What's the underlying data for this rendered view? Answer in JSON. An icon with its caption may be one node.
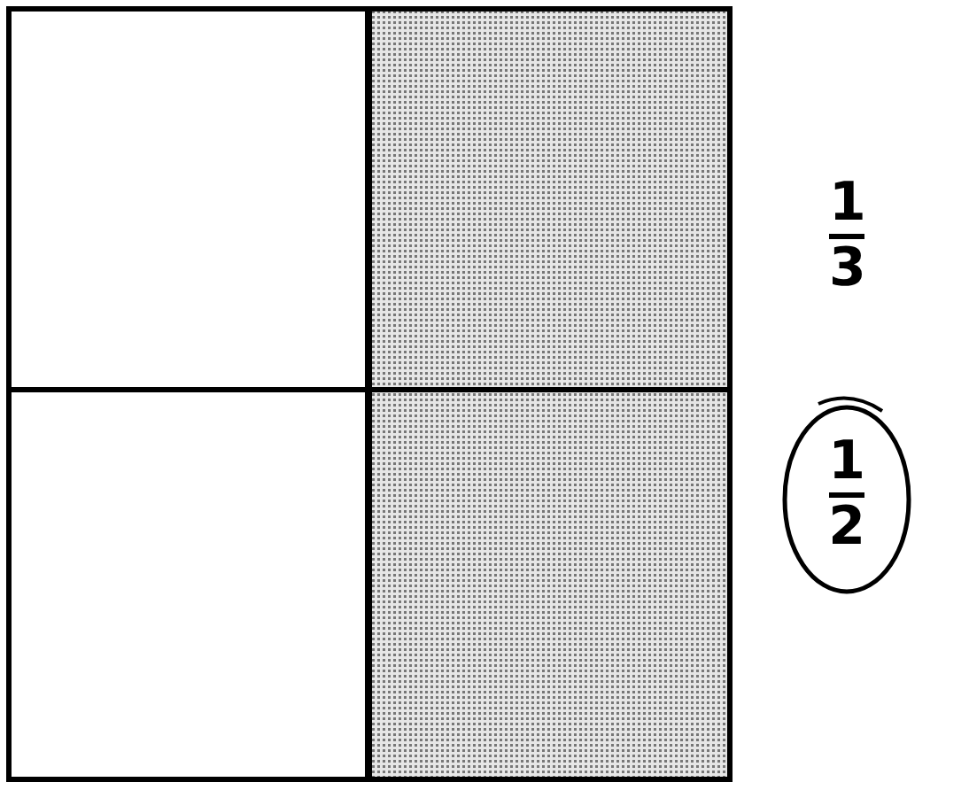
{
  "diagram": {
    "nodes": [
      {
        "text": [
          "1",
          "2"
        ]
      }
    ],
    "labels": [
      "1",
      "3"
    ]
  }
}
